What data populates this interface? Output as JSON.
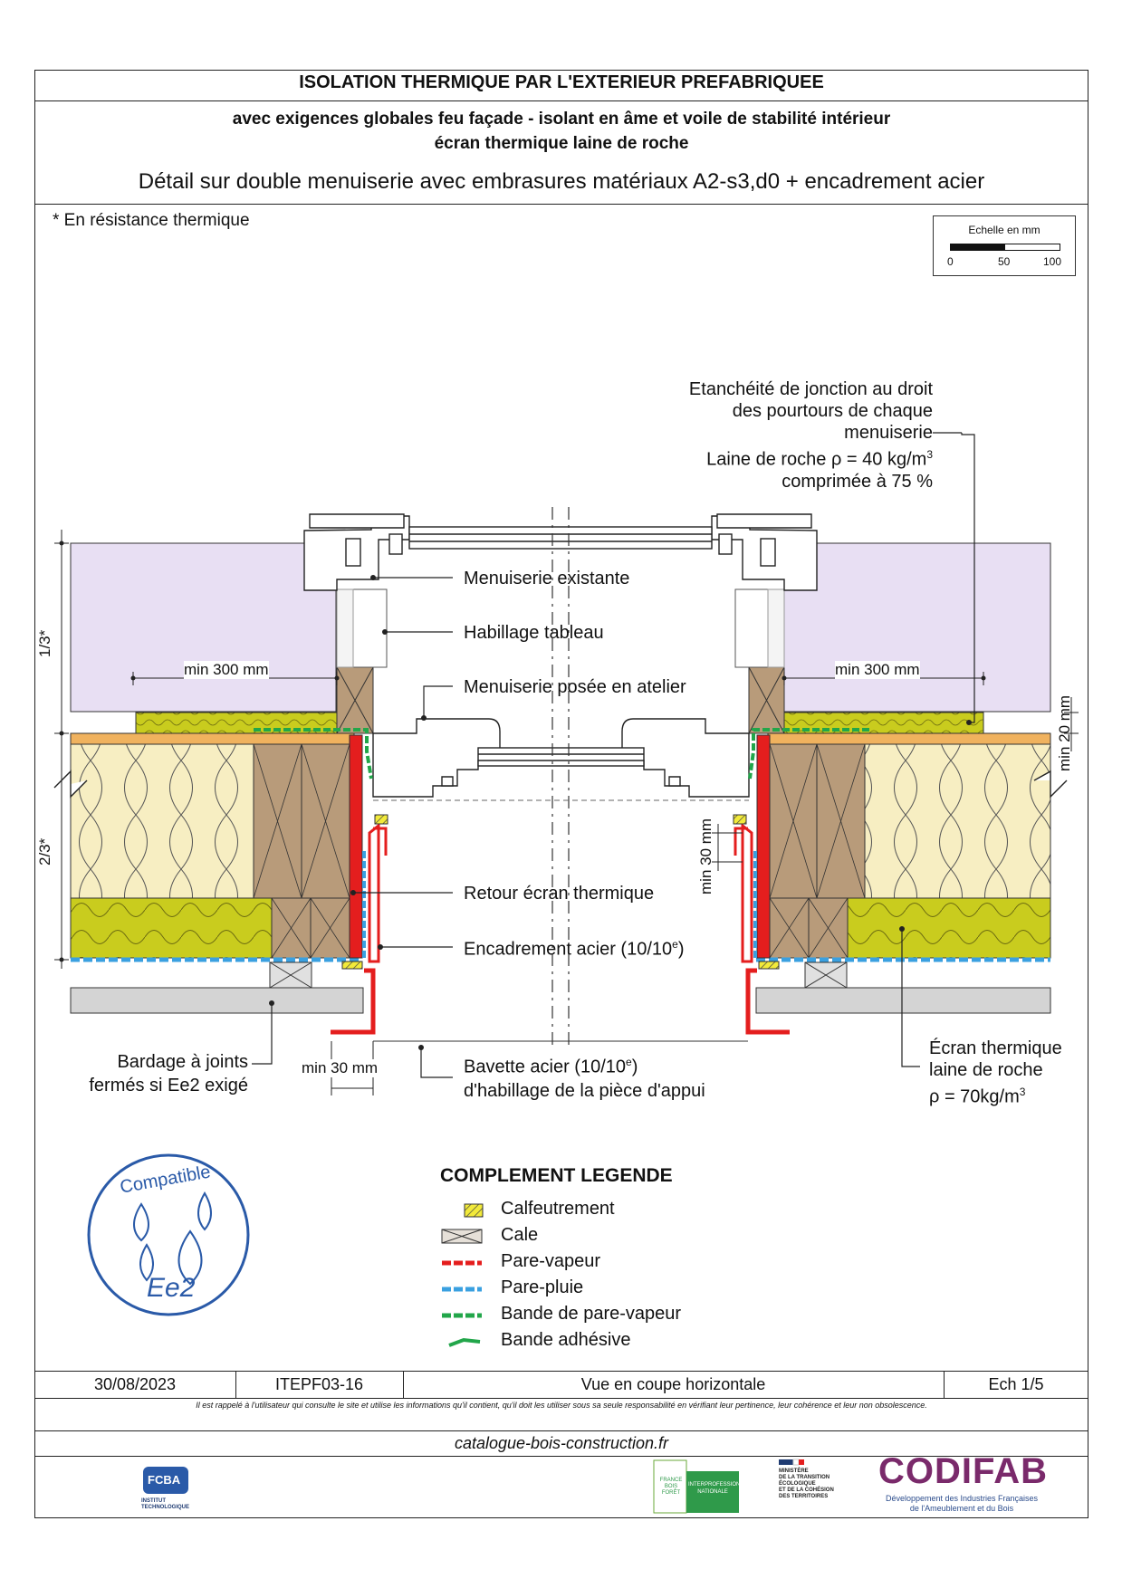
{
  "header": {
    "title": "ISOLATION THERMIQUE PAR L'EXTERIEUR PREFABRIQUEE",
    "subtitle_line1": "avec exigences globales feu façade - isolant en âme et voile de stabilité intérieur",
    "subtitle_line2": "écran thermique laine de roche",
    "detail_title": "Détail sur double menuiserie avec embrasures matériaux A2-s3,d0 + encadrement acier"
  },
  "note": "* En résistance thermique",
  "scale": {
    "title": "Echelle en mm",
    "ticks": [
      "0",
      "50",
      "100"
    ]
  },
  "labels": {
    "etancheite_l1": "Etanchéité de jonction au droit",
    "etancheite_l2": "des pourtours de chaque",
    "etancheite_l3": "menuiserie",
    "etancheite_l4a": "Laine de roche ",
    "rho": "ρ",
    "etancheite_l4b": " = 40 kg/m",
    "cubed": "3",
    "etancheite_l5": "comprimée à 75 %",
    "menuiserie_existante": "Menuiserie existante",
    "habillage_tableau": "Habillage tableau",
    "menuiserie_atelier": "Menuiserie posée en atelier",
    "retour_ecran": "Retour écran thermique",
    "encadrement_acier_a": "Encadrement acier (10/10",
    "encadrement_acier_sup": "e",
    "encadrement_acier_b": ")",
    "bavette_a": "Bavette acier (10/10",
    "bavette_sup": "e",
    "bavette_b": ")",
    "bavette_l2": "d'habillage de la pièce d'appui",
    "bardage_l1": "Bardage à joints",
    "bardage_l2": "fermés si Ee2 exigé",
    "ecran_l1": "Écran thermique",
    "ecran_l2": "laine de roche",
    "ecran_l3b": " = 70kg/m",
    "dim_min300_left": "min 300 mm",
    "dim_min300_right": "min 300 mm",
    "dim_min20": "min 20 mm",
    "dim_min30_vert": "min 30 mm",
    "dim_min30_bottom": "min 30 mm",
    "dim_1_3": "1/3*",
    "dim_2_3": "2/3*"
  },
  "badge": {
    "top": "Compatible",
    "bottom": "Ee2"
  },
  "legend": {
    "title": "COMPLEMENT LEGENDE",
    "items": [
      "Calfeutrement",
      "Cale",
      "Pare-vapeur",
      "Pare-pluie",
      "Bande de pare-vapeur",
      "Bande adhésive"
    ]
  },
  "footer": {
    "date": "30/08/2023",
    "ref": "ITEPF03-16",
    "view": "Vue en coupe horizontale",
    "scale": "Ech 1/5",
    "disclaimer": "Il est rappelé à l'utilisateur qui consulte le site et utilise les informations qu'il contient, qu'il doit les utiliser sous sa seule responsabilité en vérifiant leur pertinence, leur cohérence et leur non obsolescence.",
    "website": "catalogue-bois-construction.fr"
  },
  "logos": {
    "fcba": "FCBA",
    "fcba_sub1": "INSTITUT",
    "fcba_sub2": "TECHNOLOGIQUE",
    "codifab": "CODIFAB",
    "codifab_sub1": "Développement des Industries Françaises",
    "codifab_sub2": "de l'Ameublement et du Bois",
    "ministere_l1": "MINISTÈRE",
    "ministere_l2": "DE LA TRANSITION",
    "ministere_l3": "ÉCOLOGIQUE",
    "ministere_l4": "ET DE LA COHÉSION",
    "ministere_l5": "DES TERRITOIRES",
    "fbf": "FRANCE BOIS FORÊT",
    "interpro": "INTERPROFESSION NATIONALE"
  },
  "colors": {
    "existing_wall": "#e8dff3",
    "insulation": "#f7eec2",
    "rockwool": "#c9cc1e",
    "wood": "#b89b7a",
    "bardage": "#d4d4d4",
    "osb": "#f0b25e",
    "vapour_barrier": "#e41e1e",
    "rain_barrier": "#3aa0e0",
    "vapour_tape": "#22a64a"
  }
}
